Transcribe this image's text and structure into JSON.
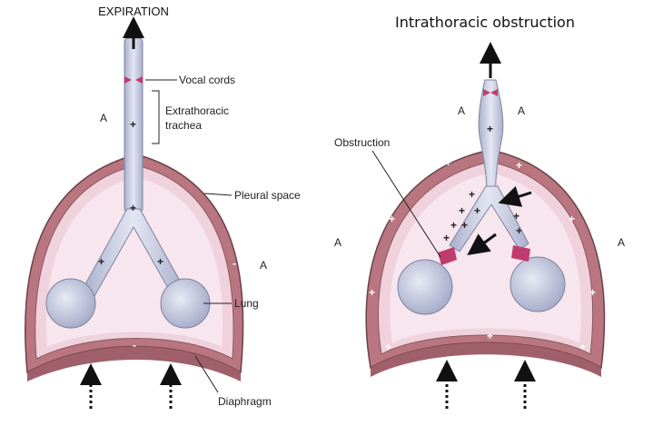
{
  "left": {
    "header": "EXPIRATION",
    "labels": {
      "vocal_cords": "Vocal cords",
      "extrathoracic_1": "Extrathoracic",
      "extrathoracic_2": "trachea",
      "pleural_space": "Pleural space",
      "lung": "Lung",
      "diaphragm": "Diaphragm"
    },
    "atm": "A",
    "plus": "+",
    "minus": "-"
  },
  "right": {
    "title": "Intrathoracic obstruction",
    "labels": {
      "obstruction": "Obstruction"
    },
    "atm": "A",
    "plus": "+"
  },
  "colors": {
    "chest_wall": "#b97680",
    "pleural": "#efd2dc",
    "cavity": "#f7e6ee",
    "airway": "#c6cbe0",
    "obstruction": "#c23b6e",
    "outline": "#6b4148"
  }
}
